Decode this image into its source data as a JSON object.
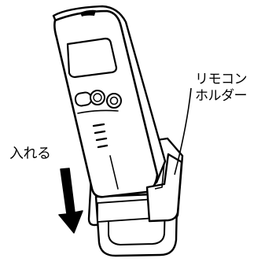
{
  "labels": {
    "holder_line1": "リモコン",
    "holder_line2": "ホルダー",
    "insert": "入れる"
  },
  "colors": {
    "line": "#000000",
    "background": "#ffffff"
  }
}
